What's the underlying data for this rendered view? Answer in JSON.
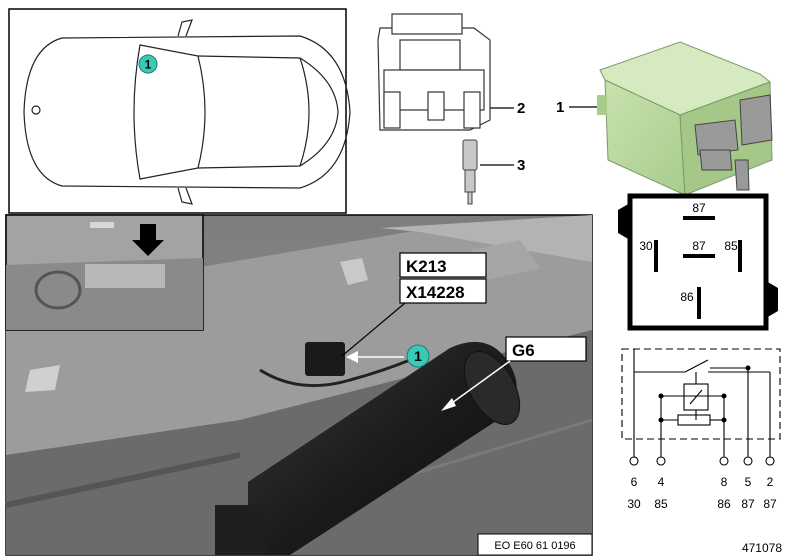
{
  "panels": {
    "car_topview": {
      "marker": "1"
    },
    "photo": {
      "labels": {
        "k213": "K213",
        "x14228": "X14228",
        "g6": "G6"
      },
      "marker": "1",
      "caption": "EO E60 61 0196"
    }
  },
  "callouts": {
    "relay": "1",
    "socket": "2",
    "terminal": "3"
  },
  "relay_pinout": {
    "top": "87",
    "left": "30",
    "center": "87",
    "right": "85",
    "bottom": "86"
  },
  "circuit": {
    "pins": [
      {
        "number": "6",
        "terminal": "30"
      },
      {
        "number": "4",
        "terminal": "85"
      },
      {
        "number": "8",
        "terminal": "86"
      },
      {
        "number": "5",
        "terminal": "87"
      },
      {
        "number": "2",
        "terminal": "87"
      }
    ]
  },
  "diagram_id": "471078",
  "colors": {
    "relay_body": "#b9d89e",
    "marker_fill": "#39c9b6",
    "photo_bg": "#8d8d8d"
  }
}
